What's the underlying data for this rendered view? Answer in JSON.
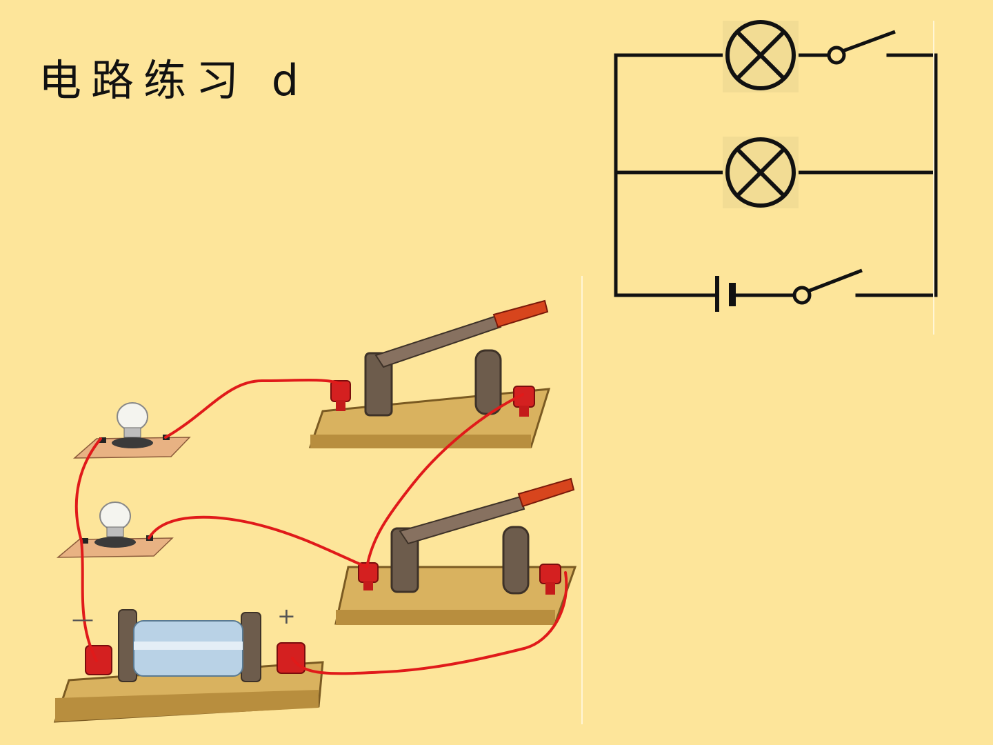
{
  "slide": {
    "title": "电路练习 d",
    "background_color": "#fde59a"
  },
  "circuit_diagram": {
    "branches": [
      {
        "components": [
          "lamp-symbol",
          "switch-symbol"
        ]
      },
      {
        "components": [
          "lamp-symbol"
        ]
      },
      {
        "components": [
          "battery-symbol",
          "switch-symbol"
        ]
      }
    ]
  },
  "apparatus": {
    "battery": {
      "negative_label": "—",
      "positive_label": "+"
    },
    "bulbs": 2,
    "knife_switches": 2,
    "wire_color": "#e01a1a",
    "terminal_color": "#d42020",
    "board_color": "#d9b25f",
    "bulb_base_color": "#e8b283"
  }
}
